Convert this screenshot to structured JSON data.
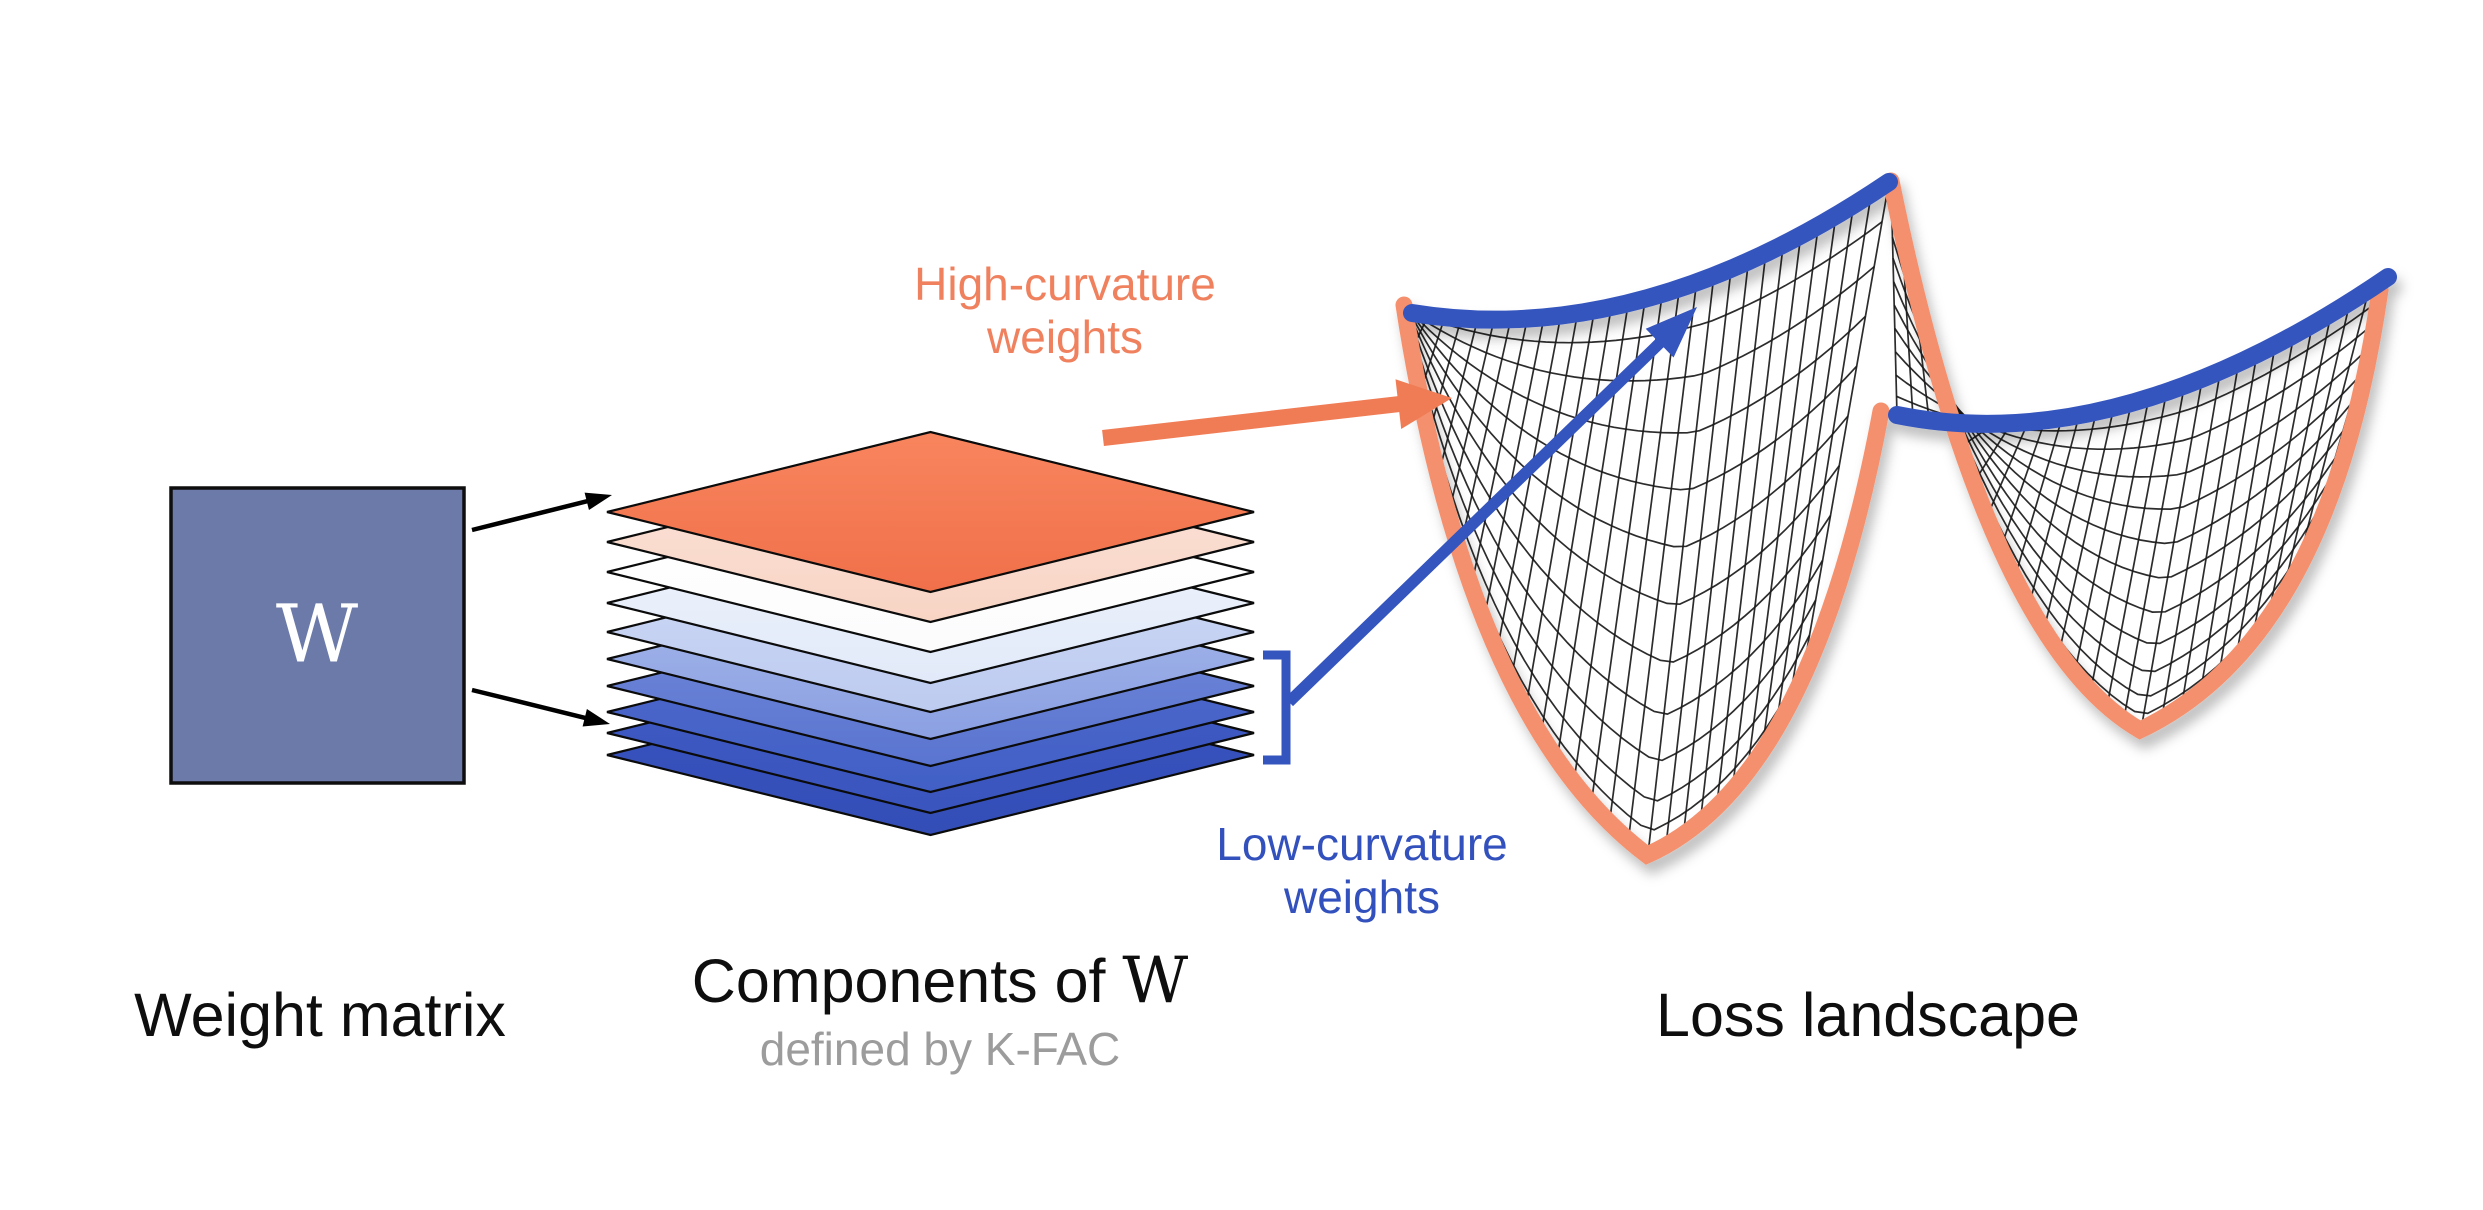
{
  "captions": {
    "weight_matrix": "Weight matrix",
    "components_prefix": "Components of ",
    "components_w": "W",
    "components_sub": "defined by K-FAC",
    "loss_landscape": "Loss landscape"
  },
  "matrix": {
    "letter": "W"
  },
  "annotations": {
    "high_curvature": {
      "line1": "High-curvature",
      "line2": "weights"
    },
    "low_curvature": {
      "line1": "Low-curvature",
      "line2": "weights"
    }
  },
  "colors": {
    "matrix_fill": "#6C7AA9",
    "outline": "#0E0E0E",
    "orange_text": "#F0815F",
    "orange_curve": "#F4906D",
    "orange_arrow": "#F07C55",
    "blue_text": "#3351BD",
    "blue_curve": "#3454BE",
    "mesh_line": "#1A1A1A",
    "gray_text": "#9C9C9C",
    "black_arrow": "#000000",
    "white_text": "#FFFFFF"
  },
  "stack": {
    "num_layers": 10,
    "layers": [
      {
        "name": "high-curvature-layer",
        "top": "#F8855E",
        "bottom": "#F0704A"
      },
      {
        "name": "layer-2",
        "top": "#FBE4DA",
        "bottom": "#F8D4C4"
      },
      {
        "name": "layer-3",
        "top": "#FFFFFF",
        "bottom": "#FCFCFD"
      },
      {
        "name": "layer-4",
        "top": "#EEF3FC",
        "bottom": "#E2EAF9"
      },
      {
        "name": "layer-5",
        "top": "#CED9F5",
        "bottom": "#BDCBF0"
      },
      {
        "name": "layer-6",
        "top": "#A6B8EB",
        "bottom": "#8BA0E2"
      },
      {
        "name": "layer-7",
        "top": "#7289DA",
        "bottom": "#5A75D0"
      },
      {
        "name": "layer-8",
        "top": "#5169CC",
        "bottom": "#4160C6"
      },
      {
        "name": "layer-9",
        "top": "#405AC2",
        "bottom": "#3A55BE"
      },
      {
        "name": "layer-10",
        "top": "#3A54BF",
        "bottom": "#344EB8"
      }
    ]
  }
}
